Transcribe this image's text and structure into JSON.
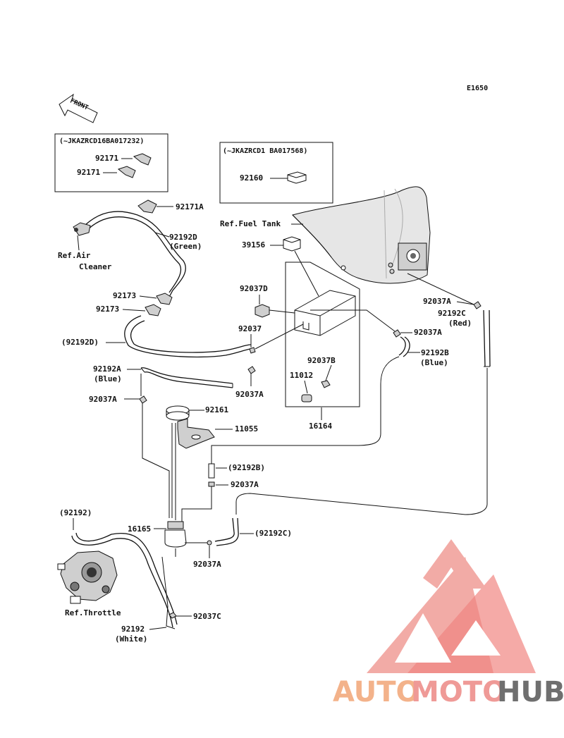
{
  "diagram_code": "E1650",
  "front_arrow": "FRONT",
  "box1": {
    "header": "(~JKAZRCD16BA017232)",
    "parts": [
      "92171",
      "92171"
    ]
  },
  "box2": {
    "header": "(~JKAZRCD1 BA017568)",
    "parts": [
      "92160"
    ]
  },
  "labels": {
    "p92171A": "92171A",
    "p92192D_a": "92192D",
    "p92192D_a_color": "(Green)",
    "ref_air_1": "Ref.Air",
    "ref_air_2": "Cleaner",
    "ref_fuel_tank": "Ref.Fuel Tank",
    "p39156": "39156",
    "p92037D": "92037D",
    "p92037A_tr": "92037A",
    "p92192C_tr": "92192C",
    "p92192C_tr_color": "(Red)",
    "p92173_1": "92173",
    "p92173_2": "92173",
    "p92037": "92037",
    "p92037A_mid": "92037A",
    "p92192B": "92192B",
    "p92192B_color": "(Blue)",
    "p92192D_b": "(92192D)",
    "p92192A": "92192A",
    "p92192A_color": "(Blue)",
    "p92037A_c": "92037A",
    "p92037B": "92037B",
    "p11012": "11012",
    "p92037A_l": "92037A",
    "p92161": "92161",
    "p16164": "16164",
    "p11055": "11055",
    "p92192B_paren": "(92192B)",
    "p92037A_d": "92037A",
    "p92192_paren": "(92192)",
    "p16165": "16165",
    "p92192C_paren": "(92192C)",
    "p92037A_e": "92037A",
    "ref_throttle": "Ref.Throttle",
    "p92037C": "92037C",
    "p92192_w": "92192",
    "p92192_w_color": "(White)"
  },
  "watermark": {
    "auto": "AUTO",
    "moto": "MOTO",
    "hub": "HUB",
    "colors": {
      "orange": "#f3b28a",
      "pink": "#ef9a97",
      "gray": "#6f6f6f"
    }
  }
}
